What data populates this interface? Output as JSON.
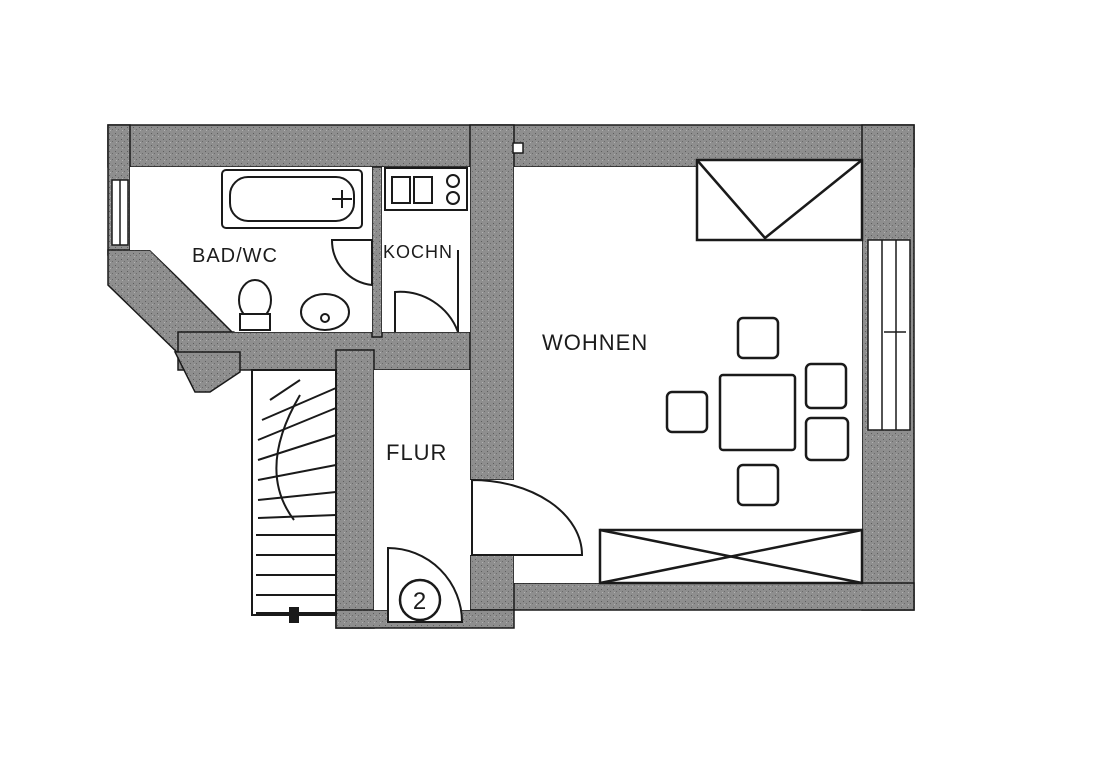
{
  "rooms": {
    "bath": "BAD/WC",
    "kitchen": "KOCHN",
    "living": "WOHNEN",
    "hall": "FLUR"
  },
  "unit_number": "2",
  "colors": {
    "wall": "#8a8a8a",
    "wall_speckle": "#5a5a5a",
    "line": "#1a1a1a",
    "paper": "#ffffff"
  }
}
